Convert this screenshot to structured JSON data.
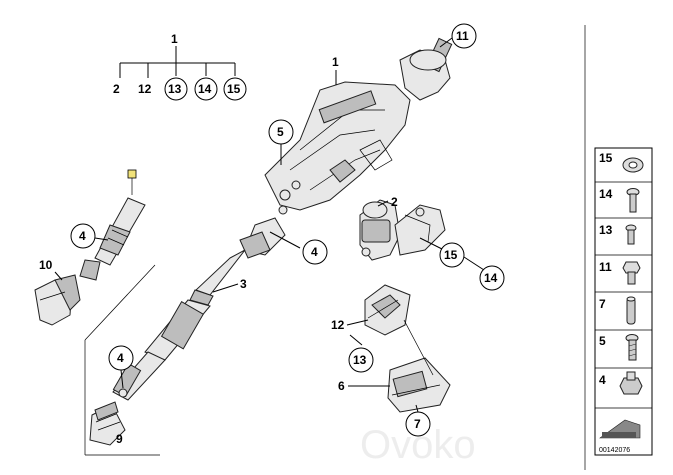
{
  "callouts": {
    "c1_top": "1",
    "c2_tree": "2",
    "c12_tree": "12",
    "c13_tree": "13",
    "c14_tree": "14",
    "c15_tree": "15",
    "c11": "11",
    "c1_column": "1",
    "c5": "5",
    "c2_motor": "2",
    "c4_left": "4",
    "c10": "10",
    "c4_mid": "4",
    "c3": "3",
    "c15_mid": "15",
    "c14_mid": "14",
    "c12_mid": "12",
    "c13_mid": "13",
    "c6": "6",
    "c4_low": "4",
    "c9": "9",
    "c7_low": "7"
  },
  "legend": [
    {
      "num": "15",
      "icon": "grommet-icon"
    },
    {
      "num": "14",
      "icon": "screw-icon"
    },
    {
      "num": "13",
      "icon": "bolt-icon"
    },
    {
      "num": "11",
      "icon": "hex-bolt-icon"
    },
    {
      "num": "7",
      "icon": "pin-icon"
    },
    {
      "num": "5",
      "icon": "bolt-icon"
    },
    {
      "num": "4",
      "icon": "nut-bolt-icon"
    }
  ],
  "diagram_code": "00142076",
  "watermark": "Ovoko"
}
